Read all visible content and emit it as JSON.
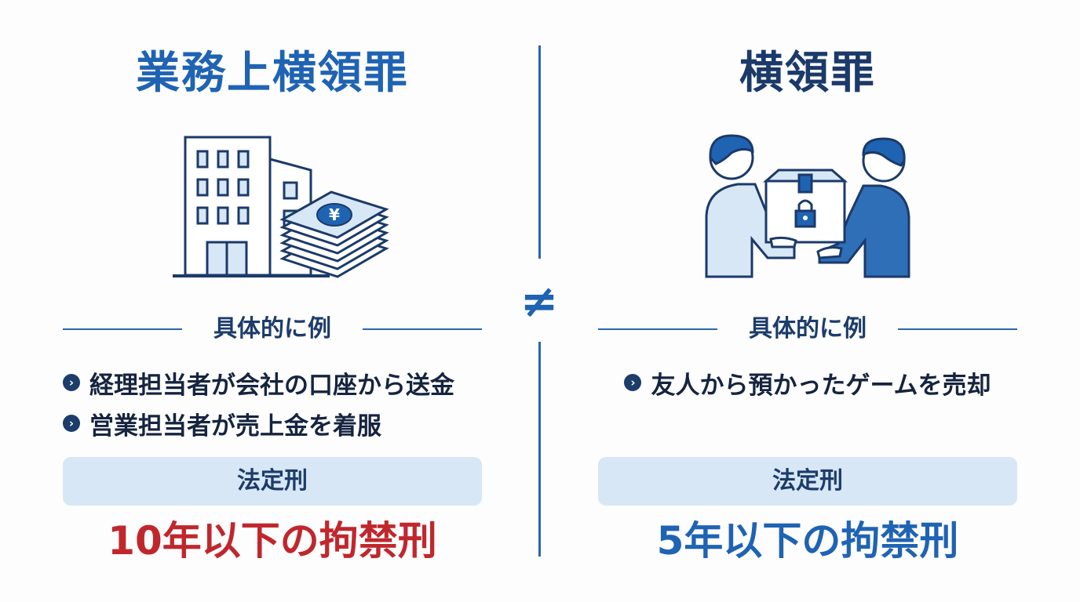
{
  "left": {
    "title": "業務上横領罪",
    "section_label": "具体的に例",
    "examples": [
      "経理担当者が会社の口座から送金",
      "営業担当者が売上金を着服"
    ],
    "penalty_label": "法定刑",
    "penalty": "10年以下の拘禁刑",
    "penalty_color": "#c0272d",
    "currency_symbol": "¥"
  },
  "right": {
    "title": "横領罪",
    "section_label": "具体的に例",
    "examples": [
      "友人から預かったゲームを売却"
    ],
    "penalty_label": "法定刑",
    "penalty": "5年以下の拘禁刑",
    "penalty_color": "#1f63b3"
  },
  "comparison_symbol": "≠",
  "icons": {
    "left_illustration": "office-building-with-yen-banknotes-icon",
    "right_illustration": "two-people-handing-locked-box-icon",
    "bullet": "chevron-right-circle-icon"
  },
  "colors": {
    "accent_blue": "#1f63b3",
    "navy": "#1b3a69",
    "light_blue_fill": "#d7e7f6",
    "red": "#c0272d"
  }
}
